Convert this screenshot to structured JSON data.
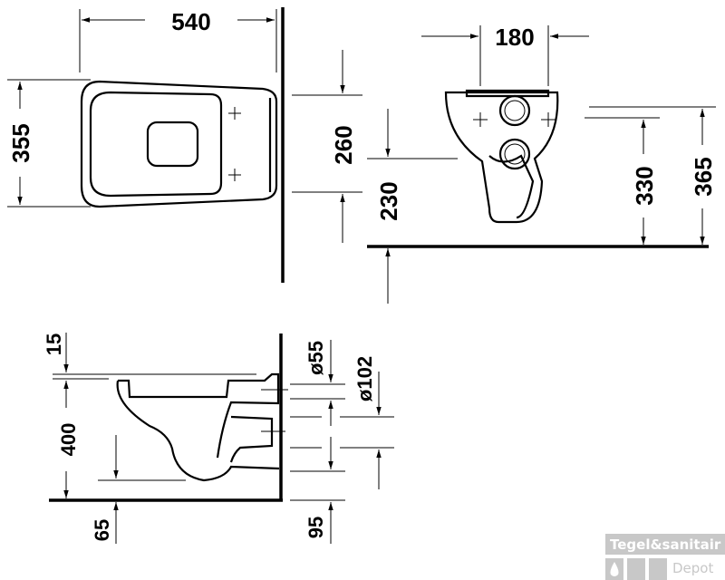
{
  "drawing": {
    "top_view": {
      "width_label": "540",
      "depth_label": "355",
      "wall_top_label": "260",
      "wall_bottom_label": "230"
    },
    "front_view": {
      "hole_spacing_label": "180",
      "height_330_label": "330",
      "height_365_label": "365"
    },
    "side_view": {
      "rim_label": "15",
      "height_label": "400",
      "floor_label": "65",
      "pipe_small_label": "ø55",
      "pipe_large_label": "ø102",
      "outlet_label": "95"
    }
  },
  "watermark": {
    "line1": "Tegel&sanitair",
    "line2": "Depot",
    "color": "#c8c8c8"
  }
}
